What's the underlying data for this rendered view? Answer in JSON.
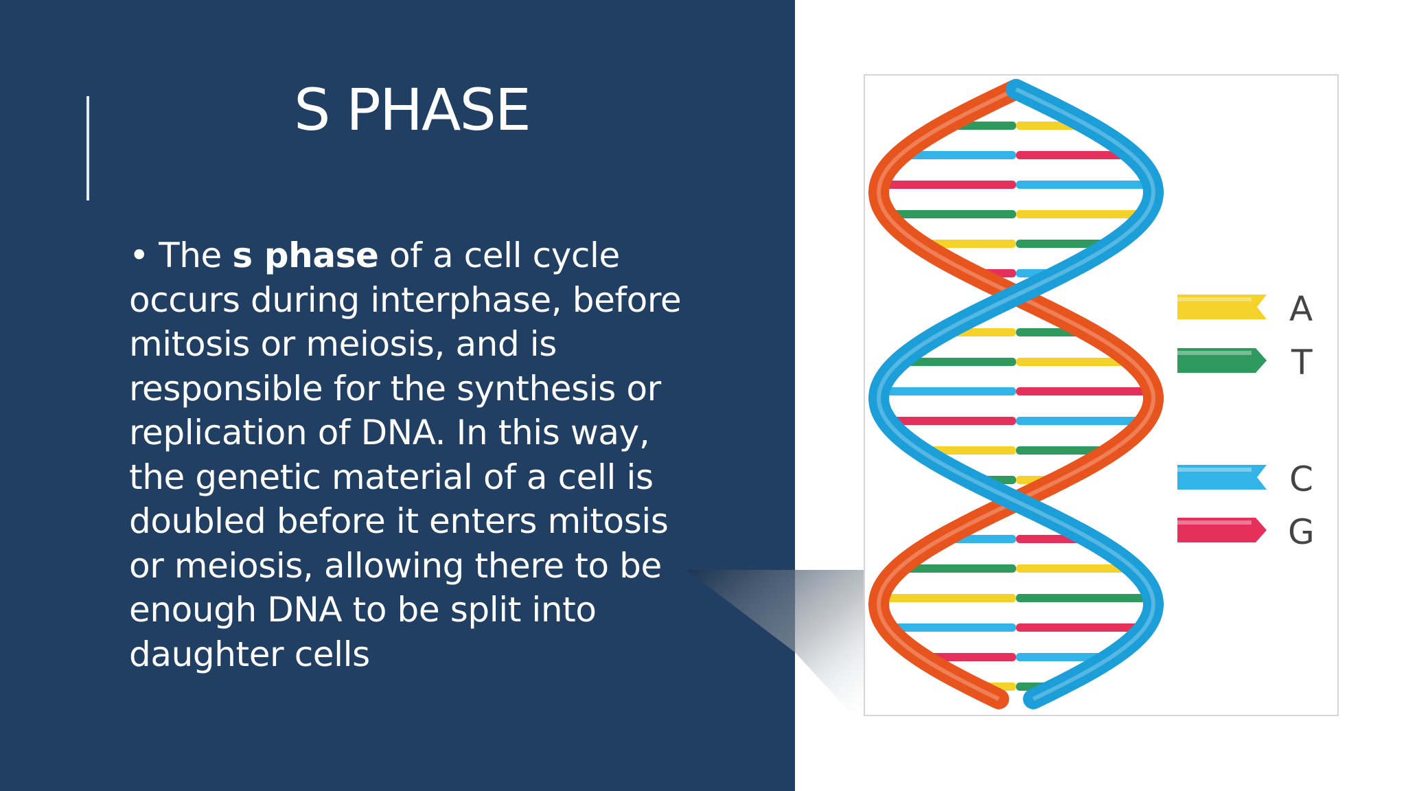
{
  "slide": {
    "title": "S PHASE",
    "bullet_symbol": "•",
    "body": {
      "part1": "The ",
      "bold": "s phase",
      "part2": " of a cell cycle occurs during interphase, before mitosis or meiosis, and is responsible for the synthesis or replication of DNA. In this way, the genetic material of a cell is doubled before it enters mitosis or meiosis, allowing there to be enough DNA to be split into daughter cells"
    }
  },
  "figure": {
    "legend": [
      {
        "label": "A",
        "color": "#f5d22a"
      },
      {
        "label": "T",
        "color": "#2f9a5e"
      },
      {
        "label": "C",
        "color": "#33b4e8"
      },
      {
        "label": "G",
        "color": "#e5305c"
      }
    ],
    "strand_colors": {
      "orange": "#e8541e",
      "blue": "#1c9fd8"
    }
  },
  "colors": {
    "panel_bg": "#213f62",
    "text": "#ffffff",
    "accent_line": "#e6ebf1"
  }
}
